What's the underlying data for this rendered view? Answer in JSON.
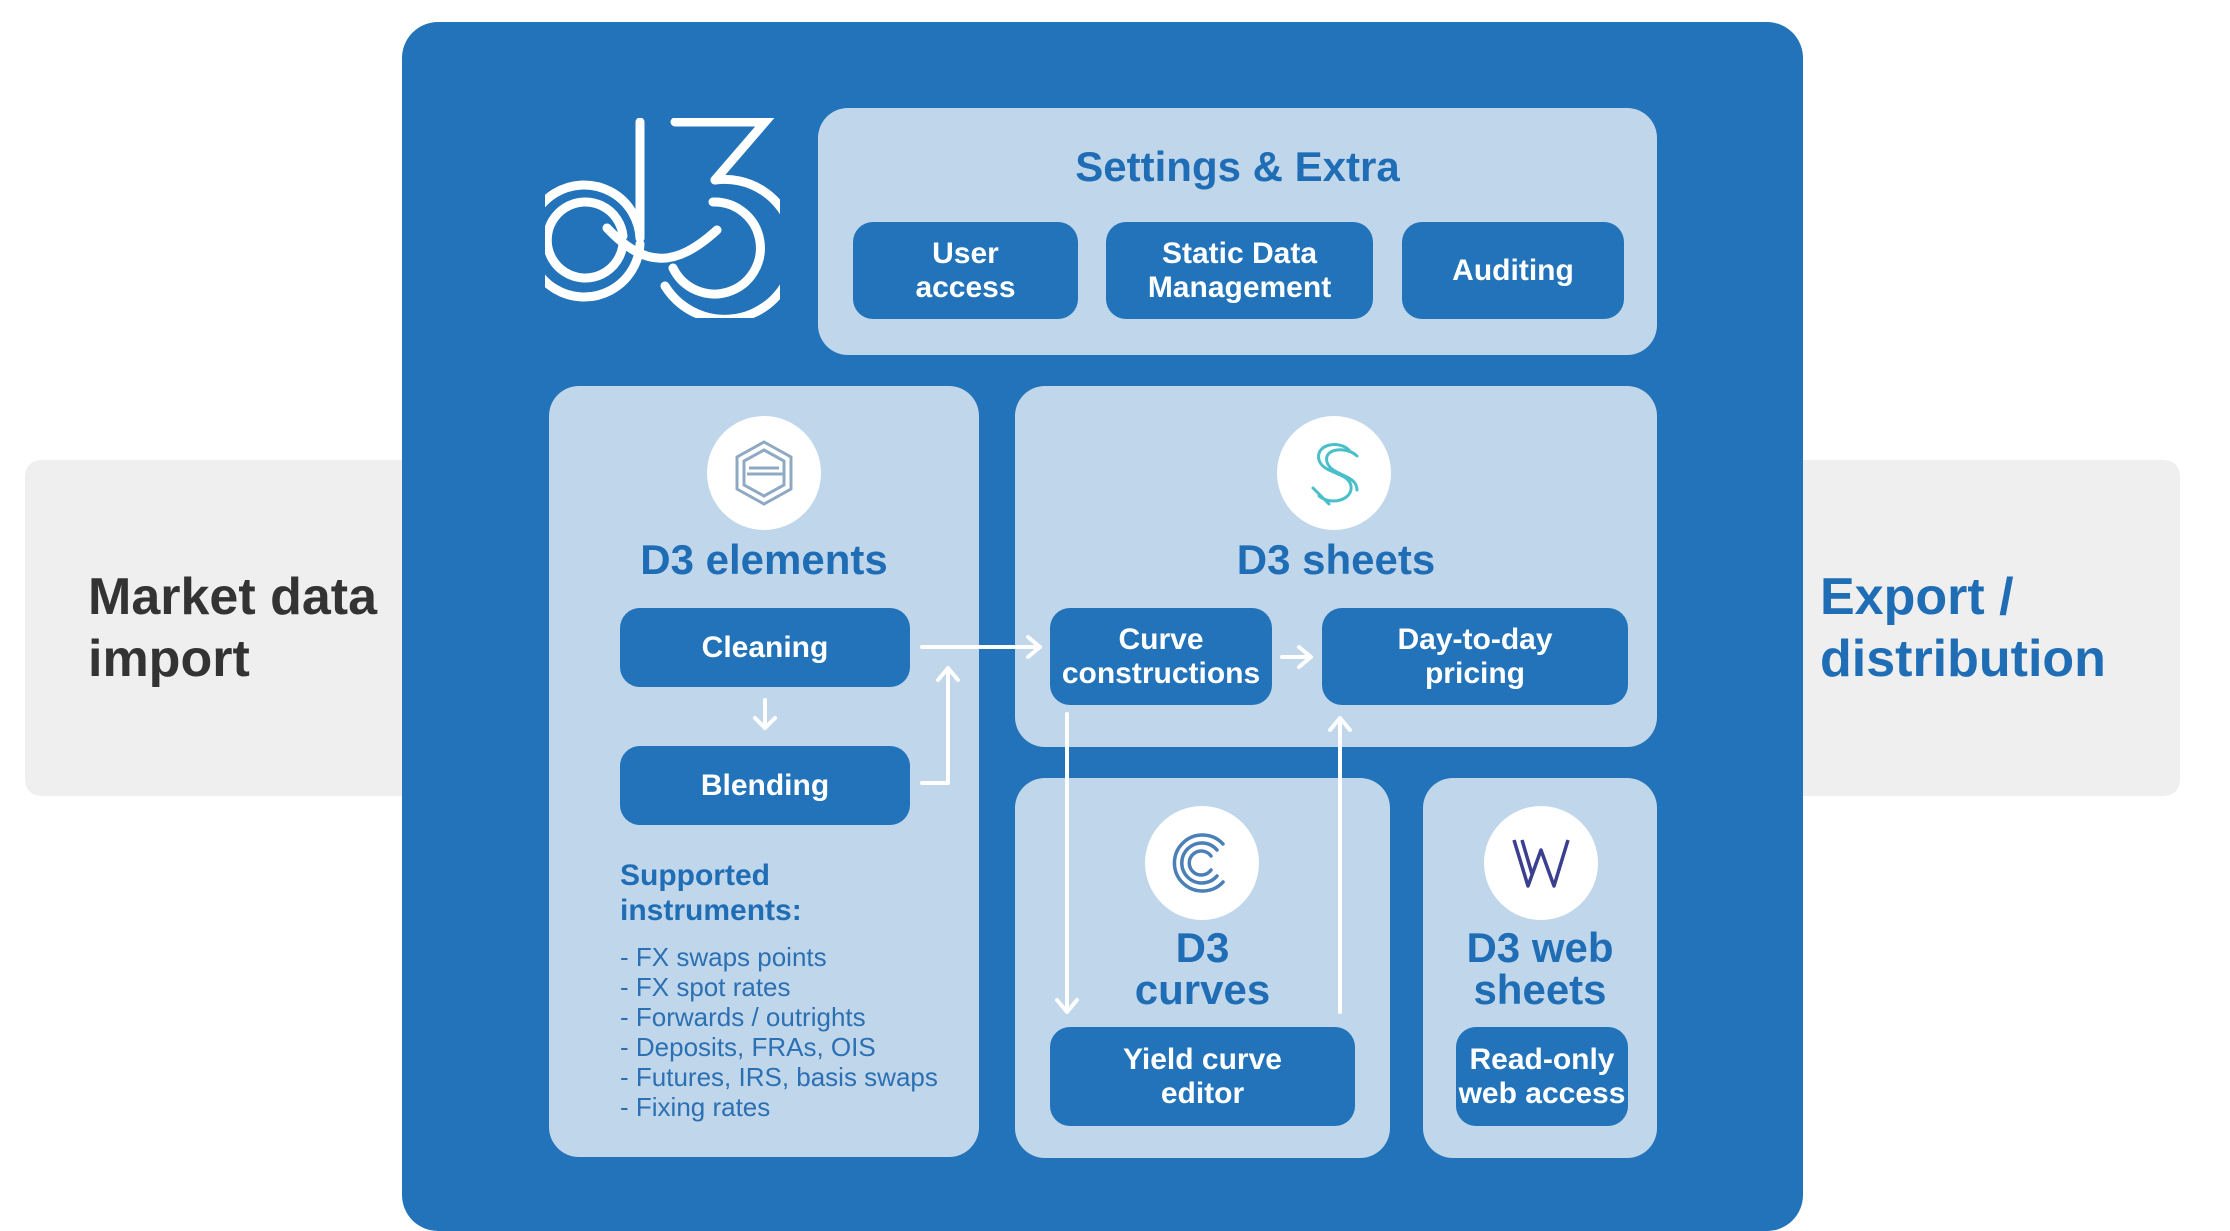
{
  "colors": {
    "primary_blue": "#2273b9",
    "panel_blue": "#c0d6eb",
    "heading_blue": "#1f6db5",
    "arrow_gray": "#efefef",
    "text_dark": "#333333"
  },
  "logo": {
    "icon": "d3-logo-icon"
  },
  "settings": {
    "title": "Settings & Extra",
    "buttons": {
      "user_access": "User\naccess",
      "static_data": "Static Data\nManagement",
      "auditing": "Auditing"
    }
  },
  "import": {
    "label": "Market data\nimport"
  },
  "export": {
    "label": "Export /\ndistribution"
  },
  "elements": {
    "icon": "e-logo-icon",
    "title": "D3 elements",
    "cleaning": "Cleaning",
    "blending": "Blending",
    "supported_title": "Supported\ninstruments:",
    "instruments": [
      "- FX swaps points",
      "- FX spot rates",
      "- Forwards / outrights",
      "- Deposits, FRAs, OIS",
      "- Futures, IRS, basis swaps",
      "- Fixing rates"
    ]
  },
  "sheets": {
    "icon": "s-logo-icon",
    "title": "D3 sheets",
    "curve_constructions": "Curve\nconstructions",
    "day_to_day_pricing": "Day-to-day\npricing"
  },
  "curves": {
    "icon": "c-logo-icon",
    "title": "D3\ncurves",
    "yield_curve_editor": "Yield curve\neditor"
  },
  "web_sheets": {
    "icon": "w-logo-icon",
    "title": "D3 web\nsheets",
    "read_only": "Read-only\nweb access"
  }
}
